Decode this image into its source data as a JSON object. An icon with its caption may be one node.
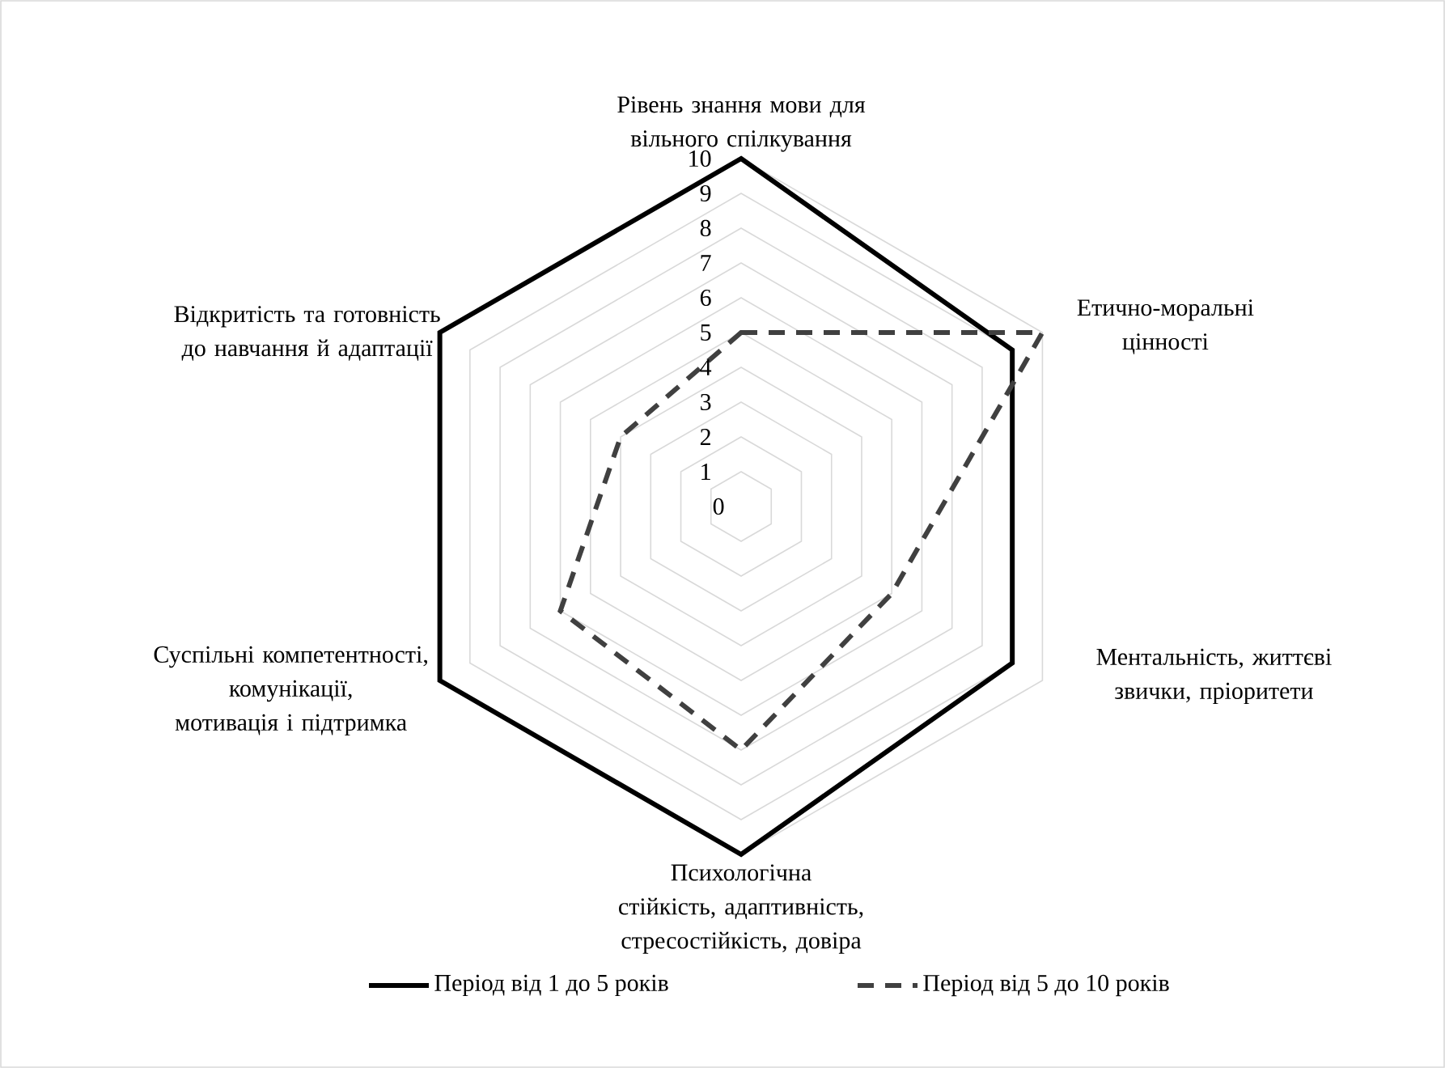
{
  "diagram": {
    "chart_data": {
      "type": "radar",
      "categories": [
        "Рівень знання мови для вільного спілкування",
        "Етично-моральні цінності",
        "Ментальність, життєві звички, пріоритети",
        "Психологічна стійкість, адаптивність, стресостійкість, довіра",
        "Суспільні компетентності, комунікації, мотивація і підтримка",
        "Відкритість та готовність до навчання й адаптації"
      ],
      "ylim": [
        0,
        10
      ],
      "legend": "bottom",
      "yticks": [
        0,
        1,
        2,
        3,
        4,
        5,
        6,
        7,
        8,
        9,
        10
      ],
      "series": [
        {
          "name": "Період від 1 до 5 років",
          "color": "#000000",
          "values": [
            10,
            9,
            9,
            10,
            10,
            10
          ]
        },
        {
          "name": "Період від 5 до 10 років",
          "color": "#404040",
          "values": [
            5,
            10,
            5,
            7,
            6,
            4
          ]
        }
      ]
    }
  }
}
